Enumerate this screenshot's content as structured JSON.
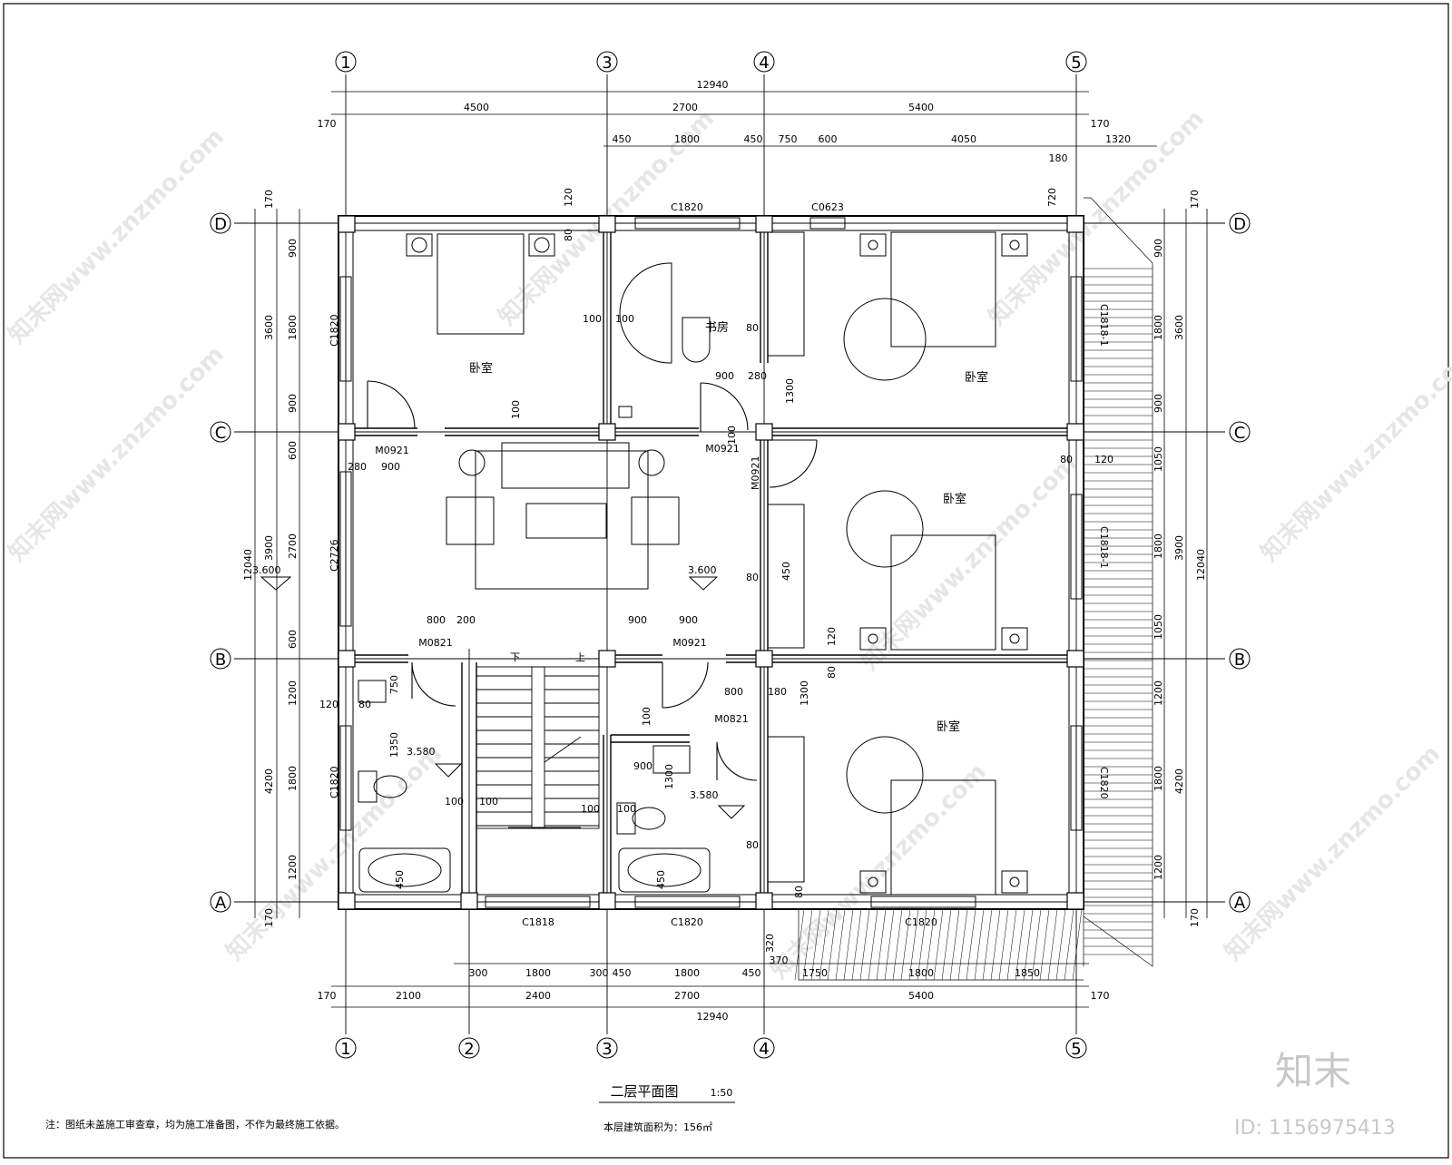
{
  "title": "二层平面图",
  "scale": "1:50",
  "area_note": "本层建筑面积为：156㎡",
  "note": "注：图纸未盖施工审查章，均为施工准备图，不作为最终施工依据。",
  "brand": "知末",
  "doc_id": "ID: 1156975413",
  "watermark": "知末网www.znzmo.com",
  "axes": {
    "top": [
      "1",
      "3",
      "4",
      "5"
    ],
    "bottom": [
      "1",
      "2",
      "3",
      "4",
      "5"
    ],
    "left": [
      "D",
      "C",
      "B",
      "A"
    ],
    "right": [
      "D",
      "C",
      "B",
      "A"
    ]
  },
  "dims": {
    "top_total": "12940",
    "top_row1": [
      "4500",
      "2700",
      "5400"
    ],
    "top_row2": [
      "450",
      "1800",
      "450",
      "750",
      "600",
      "4050",
      "1320"
    ],
    "top_side": [
      "170",
      "170",
      "180",
      "720",
      "120"
    ],
    "bottom_total": "12940",
    "bottom_row1": [
      "2100",
      "2400",
      "2700",
      "5400"
    ],
    "bottom_row2": [
      "300",
      "1800",
      "300",
      "450",
      "1800",
      "450",
      "370",
      "1750",
      "1800",
      "1850"
    ],
    "bottom_side": [
      "170",
      "170",
      "320"
    ],
    "left_total": "12040",
    "left_row1": [
      "3600",
      "3900",
      "4200"
    ],
    "left_row2": [
      "900",
      "1800",
      "900",
      "600",
      "2700",
      "600",
      "1200",
      "1800",
      "1200"
    ],
    "left_side": [
      "170",
      "170"
    ],
    "right_total": "12040",
    "right_row1": [
      "3600",
      "3900",
      "4200"
    ],
    "right_row2": [
      "900",
      "1800",
      "900",
      "1050",
      "1800",
      "1050",
      "1200",
      "1800",
      "1200"
    ],
    "right_side": [
      "170",
      "170"
    ],
    "interior": [
      "80",
      "100",
      "100",
      "100",
      "900",
      "280",
      "1300",
      "100",
      "80",
      "120",
      "900",
      "280",
      "80",
      "800",
      "200",
      "900",
      "900",
      "120",
      "80",
      "750",
      "120",
      "80",
      "1350",
      "100",
      "100",
      "100",
      "100",
      "800",
      "180",
      "1300",
      "100",
      "900",
      "1300",
      "80",
      "80",
      "450",
      "450",
      "450",
      "80"
    ]
  },
  "rooms": [
    "卧室",
    "书房",
    "卧室",
    "卧室",
    "卧室"
  ],
  "codes": {
    "windows": [
      "C1820",
      "C0623",
      "C1820",
      "C2726",
      "C1820",
      "C1818",
      "C1820",
      "C1820",
      "C1818-1",
      "C1818-1",
      "C1820"
    ],
    "doors": [
      "M0921",
      "M0921",
      "M0921",
      "M0821",
      "M0921",
      "M0821"
    ]
  },
  "levels": [
    "3.600",
    "3.600",
    "3.580",
    "3.580"
  ],
  "stair_marks": [
    "下",
    "上"
  ]
}
